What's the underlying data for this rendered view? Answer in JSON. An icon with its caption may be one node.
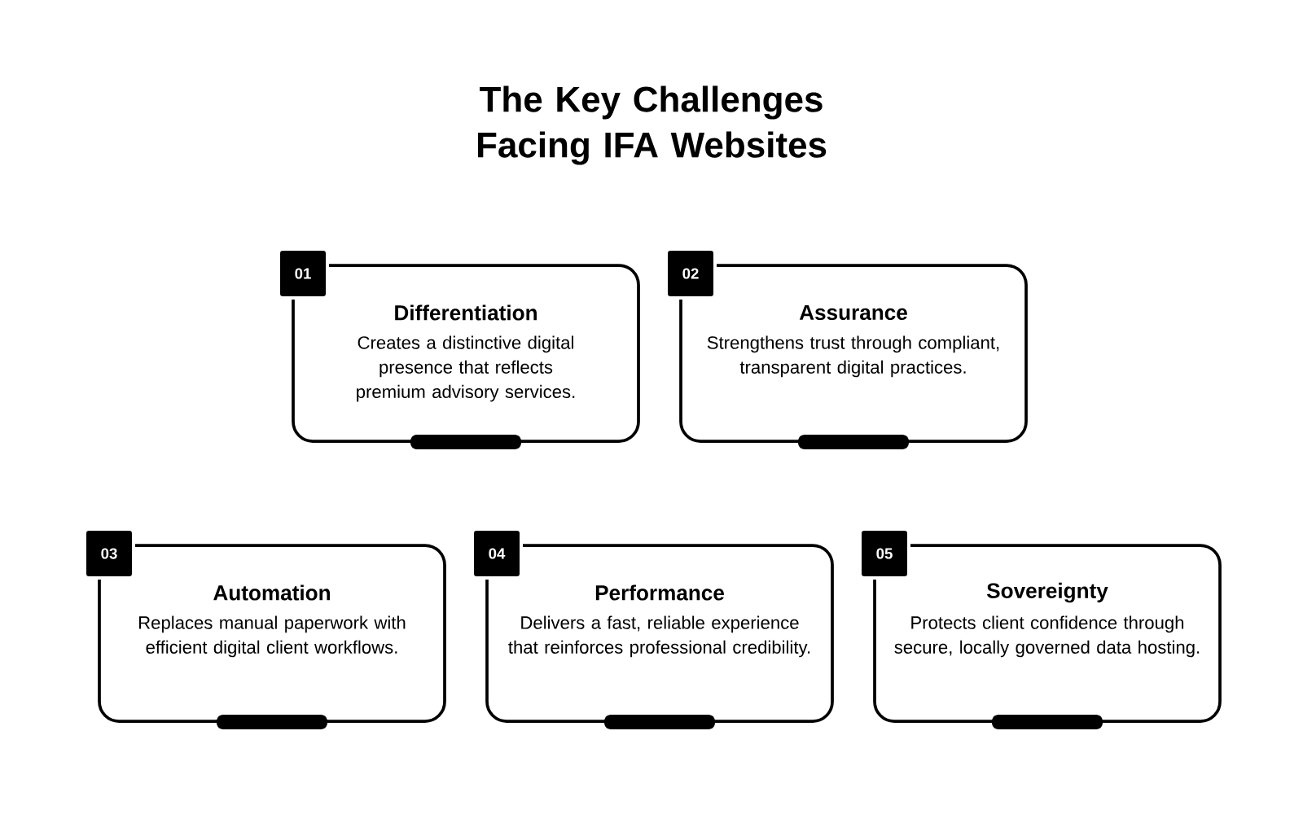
{
  "diagram": {
    "title": "The Key Challenges Facing IFA Websites",
    "nodes": [
      {
        "text": [
          "01",
          "Differentiation",
          "Creates a distinctive digital presence that reflects premium advisory services."
        ]
      },
      {
        "text": [
          "02",
          "Assurance",
          "Strengthens trust through compliant, transparent digital practices."
        ]
      },
      {
        "text": [
          "03",
          "Automation",
          "Replaces manual paperwork with efficient digital client workflows."
        ]
      },
      {
        "text": [
          "04",
          "Performance",
          "Delivers a fast, reliable experience that reinforces professional credibility."
        ]
      },
      {
        "text": [
          "05",
          "Sovereignty",
          "Protects client confidence through secure, locally governed data hosting."
        ]
      }
    ]
  }
}
